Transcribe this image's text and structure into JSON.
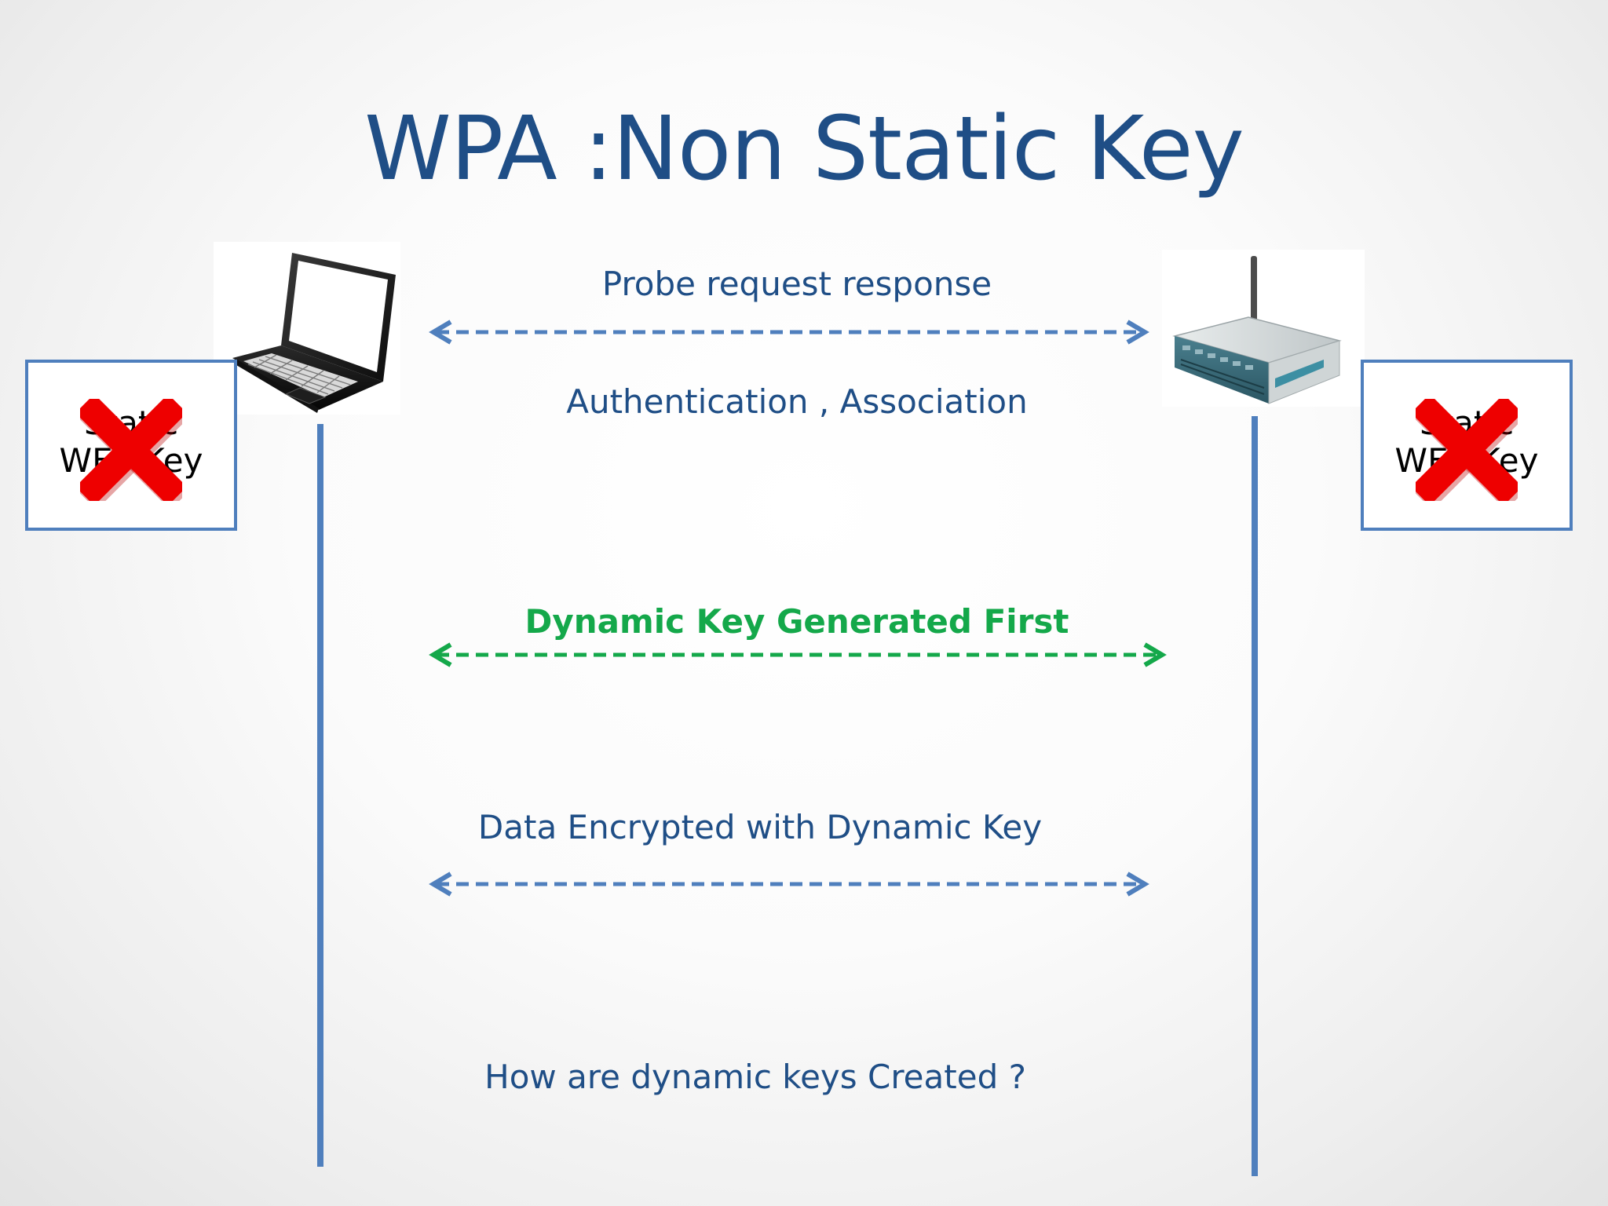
{
  "slide": {
    "title": "WPA :Non Static Key"
  },
  "messages": [
    {
      "label": "Probe request response",
      "color": "#1f4e86"
    },
    {
      "label": "Authentication , Association",
      "color": "#1f4e86"
    },
    {
      "label": "Dynamic Key Generated First",
      "color": "#14a84a"
    },
    {
      "label": "Data Encrypted with Dynamic Key",
      "color": "#1f4e86"
    },
    {
      "label": "How are dynamic keys Created ?",
      "color": "#1f4e86"
    }
  ],
  "key_boxes": {
    "left": {
      "line1": "Static",
      "line2": "WEP Key"
    },
    "right": {
      "line1": "Static",
      "line2": "WEP Key"
    }
  },
  "icons": [
    "laptop-icon",
    "wireless-router-icon",
    "red-x-icon"
  ],
  "colors": {
    "title": "#1f4e86",
    "arrow_blue": "#4f7fbd",
    "arrow_green": "#14a84a",
    "cross_red": "#ee0000"
  }
}
